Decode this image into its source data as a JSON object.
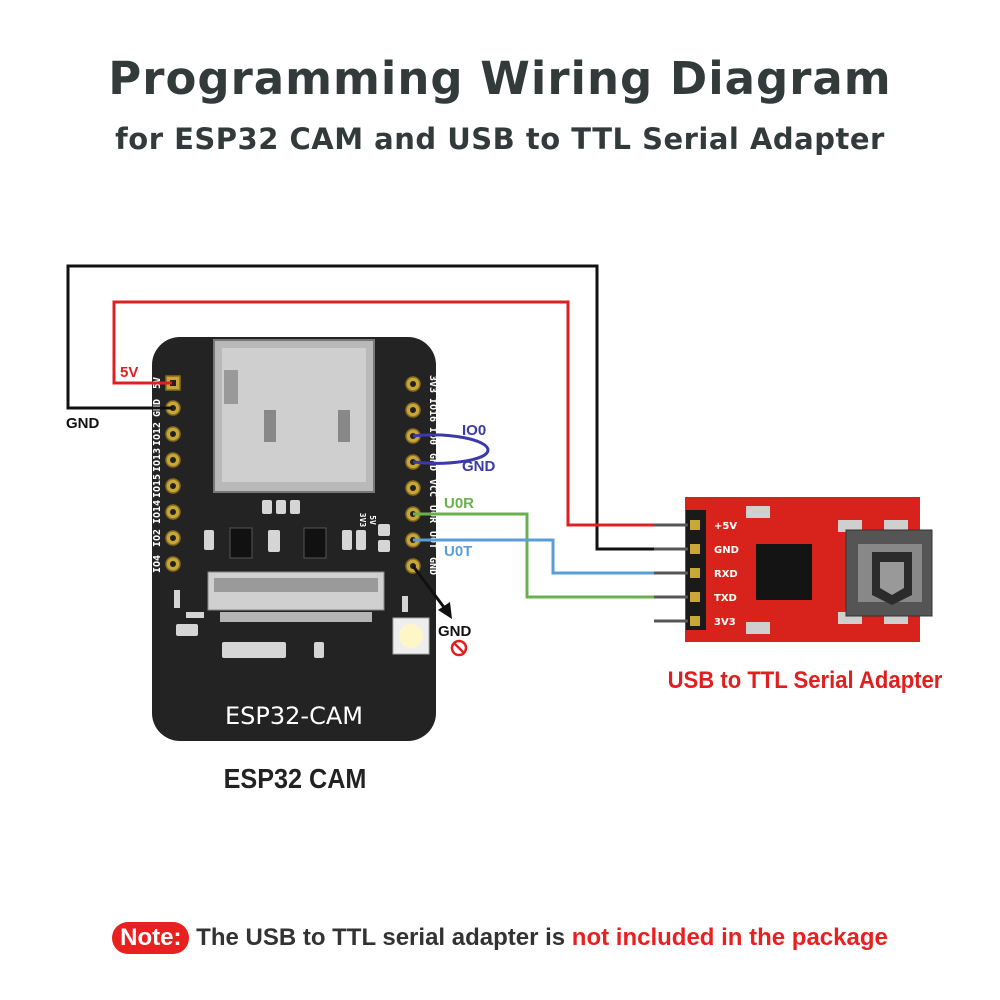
{
  "title": "Programming Wiring Diagram",
  "subtitle": "for ESP32 CAM and USB to TTL Serial Adapter",
  "esp32": {
    "board_label": "ESP32-CAM",
    "caption": "ESP32 CAM",
    "left_pins": [
      "5V",
      "GND",
      "IO12",
      "IO13",
      "IO15",
      "IO14",
      "IO2",
      "IO4"
    ],
    "right_pins": [
      "3V3",
      "IO16",
      "IO0",
      "GND",
      "VCC",
      "U0R",
      "U0T",
      "GND"
    ],
    "jumper_labels": [
      "3V3",
      "5V"
    ]
  },
  "adapter": {
    "caption": "USB to TTL Serial Adapter",
    "pins": [
      "+5V",
      "GND",
      "RXD",
      "TXD",
      "3V3"
    ]
  },
  "wires": {
    "label_5v": "5V",
    "label_gnd": "GND",
    "label_io0": "IO0",
    "label_io0_gnd": "GND",
    "label_u0r": "U0R",
    "label_u0t": "U0T",
    "label_gnd_bottom": "GND"
  },
  "colors": {
    "wire_5v": "#e02020",
    "wire_gnd": "#111111",
    "wire_io0": "#3a3aa8",
    "wire_u0r": "#6ab04c",
    "wire_u0t": "#5a9ed8",
    "board": "#222222",
    "adapter_board": "#d8231c"
  },
  "note": {
    "badge": "Note:",
    "text": " The USB to TTL serial adapter is ",
    "highlight": "not included in the package"
  }
}
